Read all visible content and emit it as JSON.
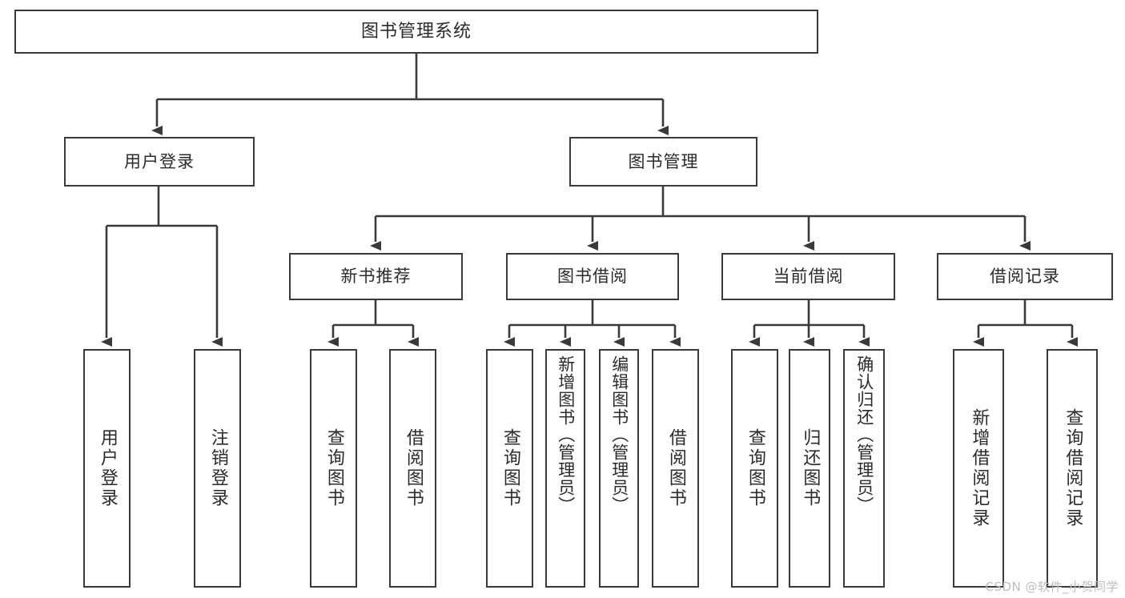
{
  "diagram": {
    "title": "图书管理系统",
    "type": "hierarchy-tree",
    "levels": 4,
    "root": {
      "label": "图书管理系统"
    },
    "level2": [
      {
        "label": "用户登录"
      },
      {
        "label": "图书管理"
      }
    ],
    "level3": [
      {
        "label": "新书推荐"
      },
      {
        "label": "图书借阅"
      },
      {
        "label": "当前借阅"
      },
      {
        "label": "借阅记录"
      }
    ],
    "leaves": {
      "user_login": [
        {
          "label": "用户登录"
        },
        {
          "label": "注销登录"
        }
      ],
      "new_book_recommend": [
        {
          "label": "查询图书"
        },
        {
          "label": "借阅图书"
        }
      ],
      "book_borrow": [
        {
          "label": "查询图书"
        },
        {
          "label": "新增图书（管理员）"
        },
        {
          "label": "编辑图书（管理员）"
        },
        {
          "label": "借阅图书"
        }
      ],
      "current_borrow": [
        {
          "label": "查询图书"
        },
        {
          "label": "归还图书"
        },
        {
          "label": "确认归还（管理员）"
        }
      ],
      "borrow_record": [
        {
          "label": "新增借阅记录"
        },
        {
          "label": "查询借阅记录"
        }
      ]
    }
  },
  "watermark": {
    "text": "CSDN @软件_小贺同学"
  },
  "colors": {
    "border": "#3a3a3a",
    "text": "#2b2b2b",
    "background": "#ffffff",
    "watermark": "#bdbdbd"
  }
}
